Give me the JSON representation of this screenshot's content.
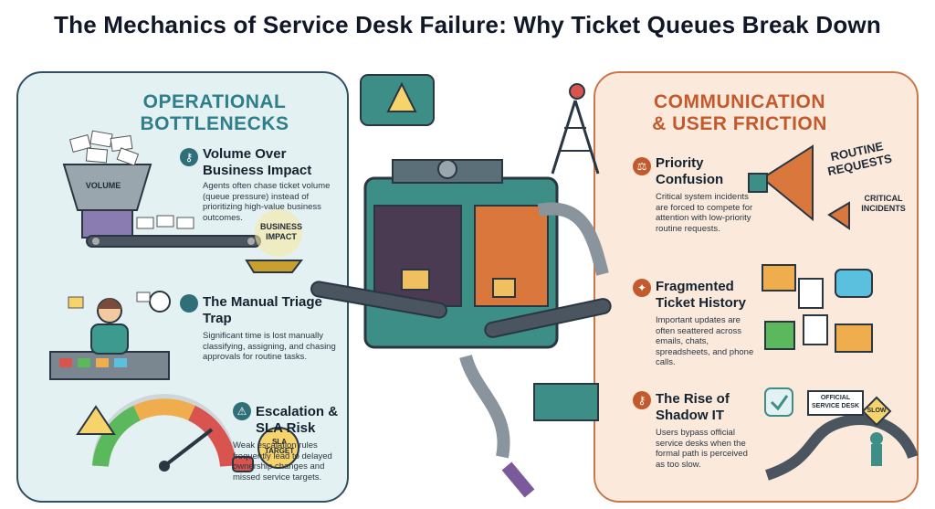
{
  "title": "The Mechanics of Service Desk Failure: Why Ticket Queues Break Down",
  "left_panel": {
    "title": "OPERATIONAL BOTTLENECKS",
    "sections": [
      {
        "heading": "Volume Over Business Impact",
        "body": "Agents often chase ticket volume (queue pressure) instead of prioritizing high-value business outcomes.",
        "icon": "key-icon"
      },
      {
        "heading": "The Manual Triage Trap",
        "body": "Significant time is lost manually classifying, assigning, and chasing approvals for routine tasks.",
        "icon": "circle-icon"
      },
      {
        "heading": "Escalation & SLA Risk",
        "body": "Weak escalation rules frequently lead to delayed ownership changes and missed service targets.",
        "icon": "warning-icon"
      }
    ],
    "labels": {
      "volume": "VOLUME",
      "business_impact": "BUSINESS IMPACT",
      "sla_target": "SLA TARGET"
    }
  },
  "right_panel": {
    "title": "COMMUNICATION & USER FRICTION",
    "sections": [
      {
        "heading": "Priority Confusion",
        "body": "Critical system incidents are forced to compete for attention with low-priority routine requests.",
        "icon": "scales-icon"
      },
      {
        "heading": "Fragmented Ticket History",
        "body": "Important updates are often seattered across emails, chats, spreadsheets, and phone calls.",
        "icon": "puzzle-icon"
      },
      {
        "heading": "The Rise of Shadow IT",
        "body": "Users bypass official service desks when the formal path is perceived as too slow.",
        "icon": "key-icon"
      }
    ],
    "labels": {
      "routine_requests": "ROUTINE REQUESTS",
      "critical_incidents": "CRITICAL INCIDENTS",
      "official_service_desk": "OFFICIAL SERVICE DESK",
      "slow": "SLOW"
    }
  },
  "colors": {
    "teal": "#2f7f8a",
    "orange": "#c25a2e",
    "left_bg": "#e4f1f2",
    "right_bg": "#fbeadc"
  }
}
